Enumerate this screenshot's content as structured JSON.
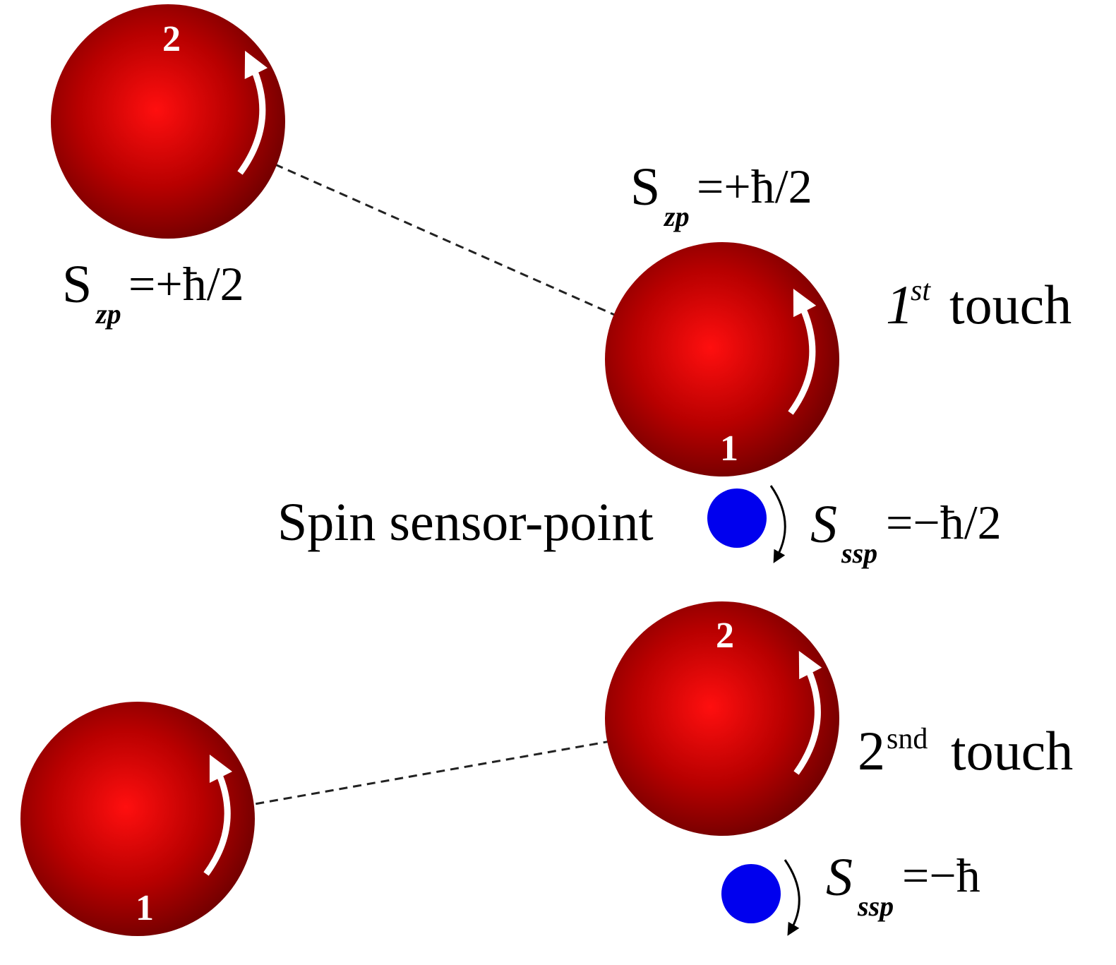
{
  "colors": {
    "sphere_light": "#ff0f0f",
    "sphere_mid": "#b80000",
    "sphere_dark": "#6b0000",
    "sensor_point": "#0000ee",
    "dashed_line": "#222222",
    "arrow_white": "#ffffff",
    "text": "#000000"
  },
  "top_scene": {
    "sphere_2_label": "2",
    "sphere_1_label": "1",
    "label_left": {
      "symbol": "S",
      "subscript": "zp",
      "equation": "=+ħ/2"
    },
    "label_right": {
      "symbol": "S",
      "subscript": "zp",
      "equation": "=+ħ/2"
    },
    "touch_label": {
      "number": "1",
      "superscript": "st",
      "word": "touch"
    },
    "sensor_text": "Spin sensor-point",
    "sensor_spin": {
      "symbol": "S",
      "subscript": "ssp",
      "equation": "=−ħ/2"
    }
  },
  "bottom_scene": {
    "sphere_2_label": "2",
    "sphere_1_label": "1",
    "touch_label": {
      "number": "2",
      "superscript": "snd",
      "word": "touch"
    },
    "sensor_spin": {
      "symbol": "S",
      "subscript": "ssp",
      "equation": "=−ħ"
    }
  },
  "icons": [
    "rotation-arrow-icon",
    "curved-arrow-icon"
  ]
}
